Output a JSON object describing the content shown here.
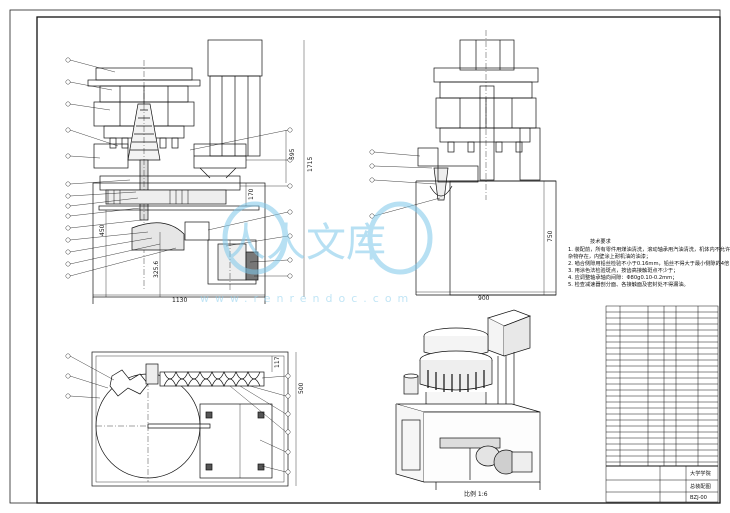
{
  "dimensions": {
    "front_width": "1130",
    "side_width": "900",
    "overall_height": "1715",
    "side_height": "750",
    "upper_height": "595",
    "mid_height": "170",
    "lower_height": "450",
    "shaft_height": "325.6",
    "plan_depth": "500",
    "plan_offset": "117"
  },
  "notes": {
    "title": "技术要求",
    "lines": [
      "1. 装配前，所有零件用煤油清洗，滚动轴承用汽油清洗，机体内不允许有",
      "   杂物存在，内壁涂上耐机油的油漆；",
      "2. 啮合侧隙用铅丝检验不小于0.16mm，铅丝不得大于最小侧隙的4倍；",
      "3. 用涂色法检验斑点，按齿高接触斑点不少于；",
      "4. 应调整轴承轴向间隙：Φ80g0.10-0.2mm；",
      "5. 检查减速器剖分面、各接触面及密封处不得漏油。"
    ]
  },
  "iso_caption": "比例 1:6",
  "title_block": {
    "school": "大学学院",
    "drawing_name": "总装配图",
    "drawing_no": "BZJ-00"
  },
  "watermark": {
    "brand": "人人文库",
    "url": "www.renrendoc.com"
  },
  "colors": {
    "line": "#111111",
    "watermark": "#7ec8eb"
  }
}
